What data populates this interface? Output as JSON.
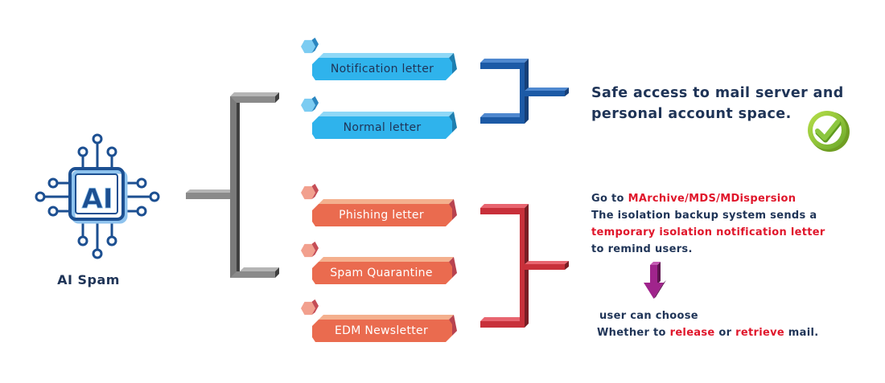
{
  "source": {
    "label": "AI Spam",
    "chip_text": "AI",
    "icon": "ai-chip-icon"
  },
  "safe_branch": {
    "items": [
      {
        "label": "Notification letter"
      },
      {
        "label": "Normal letter"
      }
    ],
    "result_line1": "Safe access to mail server and",
    "result_line2": "personal account space.",
    "icon": "check-circle-icon"
  },
  "spam_branch": {
    "items": [
      {
        "label": "Phishing letter"
      },
      {
        "label": "Spam Quarantine"
      },
      {
        "label": "EDM Newsletter"
      }
    ],
    "goto_prefix": "Go to ",
    "goto_target": "MArchive/MDS/MDispersion",
    "line2": "The isolation backup system sends a",
    "line3": "temporary isolation notification letter",
    "line4": "to remind users.",
    "arrow_icon": "down-arrow-icon",
    "choose_line1": "user can choose",
    "choose_prefix": "Whether to ",
    "choose_release": "release",
    "choose_or": " or ",
    "choose_retrieve": "retrieve",
    "choose_suffix": " mail."
  },
  "colors": {
    "blue_pill": "#2fb3ec",
    "orange_pill": "#ea6b4f",
    "gray_bracket": "#7a7a7a",
    "blue_bracket": "#1c5aa6",
    "red_bracket": "#c8303a",
    "text_navy": "#1f3457",
    "text_red": "#e0162b",
    "check_green": "#8cc63f",
    "arrow_purple": "#a0248c"
  }
}
